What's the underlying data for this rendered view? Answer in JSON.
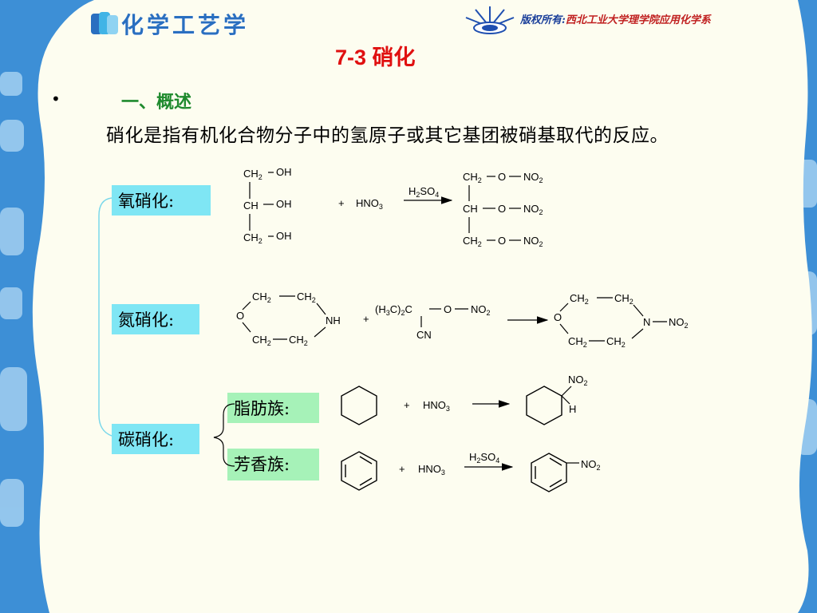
{
  "header": {
    "logo_text": "化学工艺学",
    "copyright_prefix": "版权所有:",
    "copyright_owner": "西北工业大学理学院应用化学系"
  },
  "slide": {
    "title": "7-3  硝化",
    "bullet": "•",
    "section_heading": "一、概述",
    "definition": "硝化是指有机化合物分子中的氢原子或其它基团被硝基取代的反应。"
  },
  "categories": {
    "oxy": "氧硝化:",
    "nitrogen": "氮硝化:",
    "carbon": "碳硝化:",
    "aliphatic": "脂肪族:",
    "aromatic": "芳香族:"
  },
  "colors": {
    "border": "#3d8fd6",
    "slide_bg": "#fdfdf0",
    "title": "#e01010",
    "section": "#1f8a2e",
    "cyan_box": "#7fe6f4",
    "mint_box": "#a6f2b8"
  },
  "reactions": {
    "oxy": {
      "reactant": [
        "CH2-OH",
        "CH-OH",
        "CH2-OH"
      ],
      "reagent": "+ HNO3",
      "catalyst": "H2SO4",
      "product": [
        "CH2-O-NO2",
        "CH-O-NO2",
        "CH2-O-NO2"
      ]
    },
    "nitrogen": {
      "reactant": "morpholine",
      "reagent": "(H3C)2C(CN)-O-NO2",
      "product": "N-nitromorpholine"
    },
    "aliphatic": {
      "reactant": "cyclohexane",
      "reagent": "+ HNO3",
      "product": "nitrocyclohexane"
    },
    "aromatic": {
      "reactant": "benzene",
      "reagent": "+ HNO3",
      "catalyst": "H2SO4",
      "product": "nitrobenzene"
    }
  }
}
